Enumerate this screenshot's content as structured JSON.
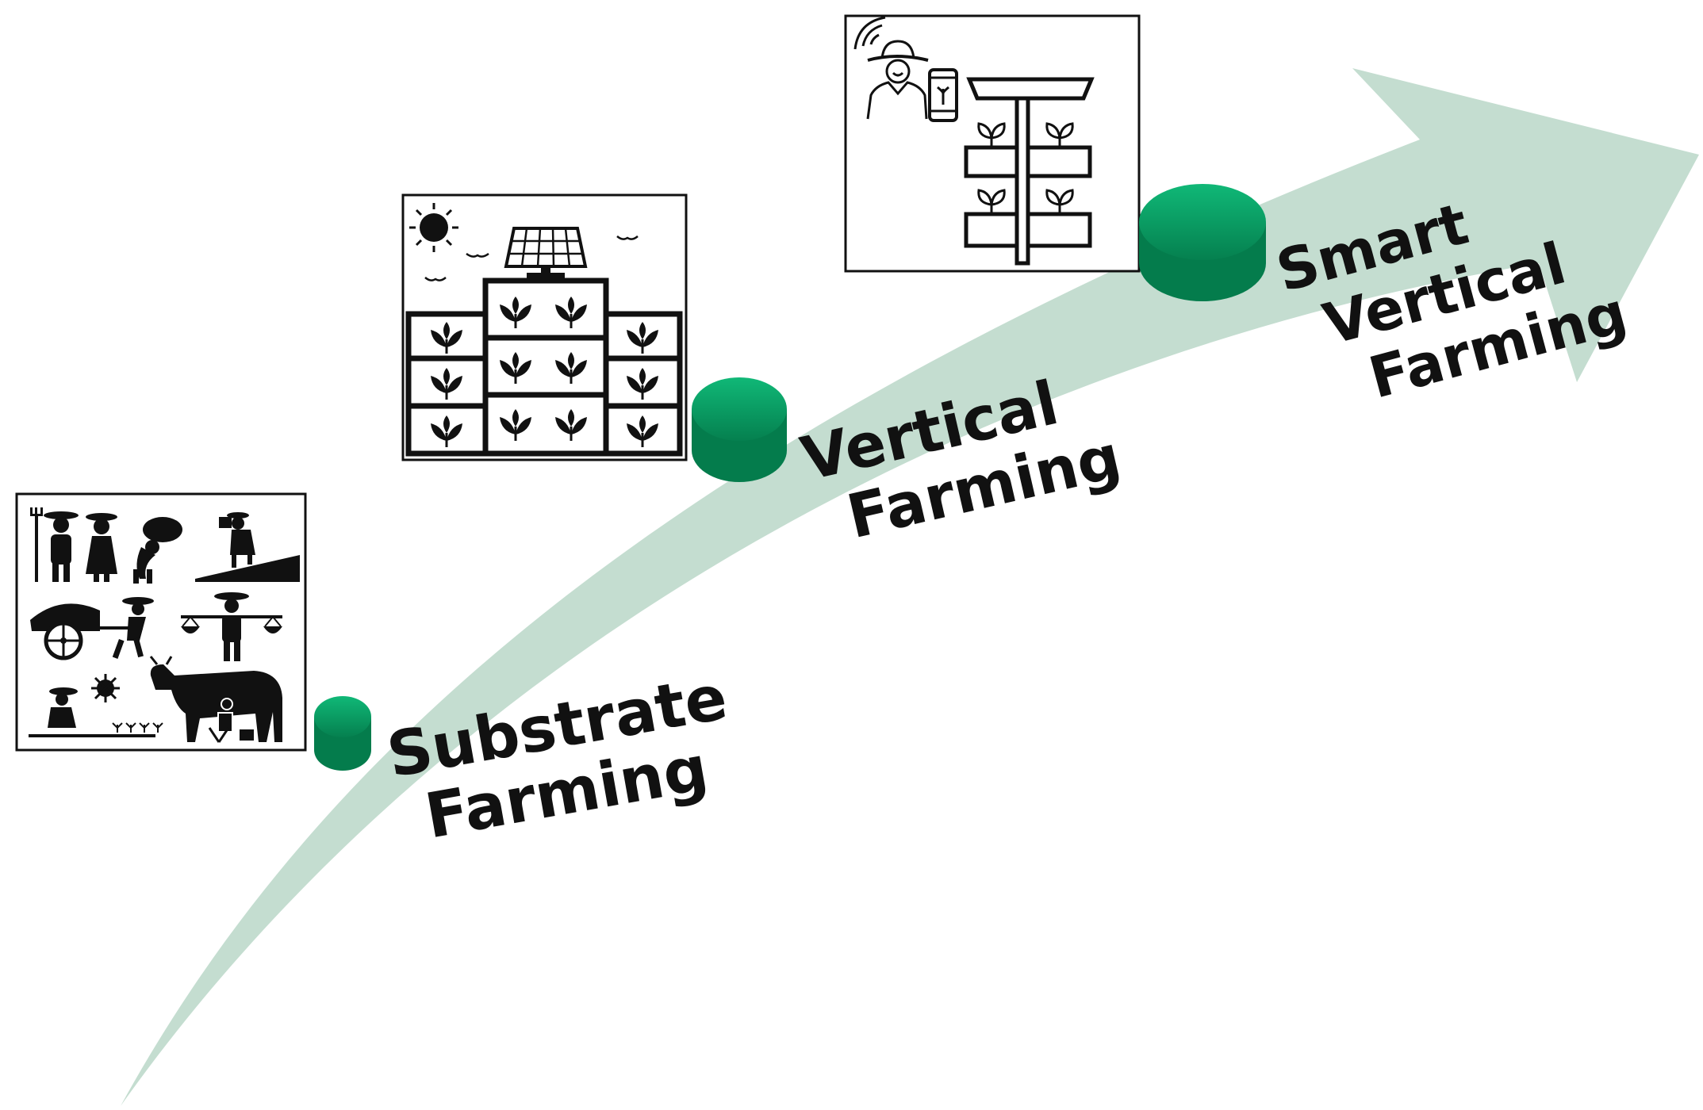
{
  "colors": {
    "arrow": "#c4ddd0",
    "node_top": "#0aa56a",
    "node_side": "#047c4c",
    "text": "#111111",
    "frame": "#111111"
  },
  "stages": [
    {
      "label_line1": "Substrate",
      "label_line2": "Farming",
      "icon": "traditional-farmers-icon"
    },
    {
      "label_line1": "Vertical",
      "label_line2": "Farming",
      "icon": "solar-vertical-farm-icon"
    },
    {
      "label_line1": "Smart",
      "label_line2": "Vertical",
      "label_line3": "Farming",
      "icon": "smart-farmer-tower-icon"
    }
  ]
}
